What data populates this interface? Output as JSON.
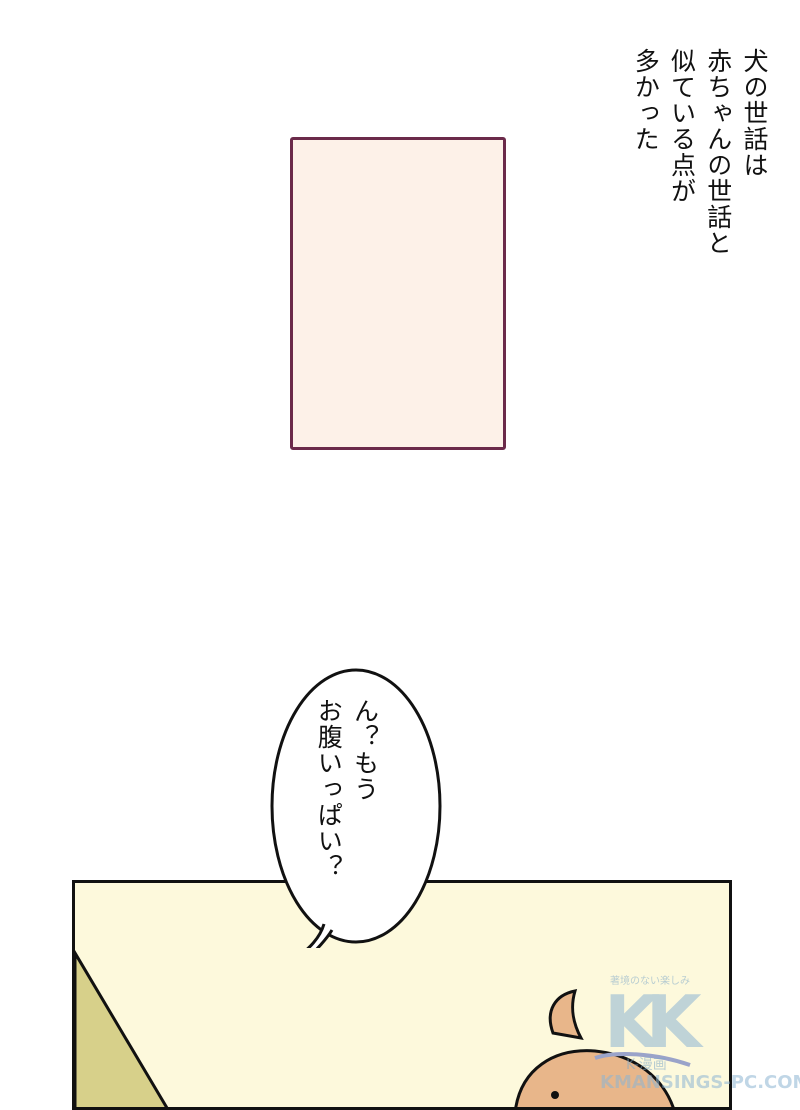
{
  "caption": {
    "lines": [
      "犬の世話は",
      "赤ちゃんの世話と",
      "似ている点が",
      "多かった"
    ]
  },
  "speech_bubble": {
    "lines": [
      "ん？もう",
      "お腹いっぱい？"
    ]
  },
  "watermark": {
    "tagline": "著境のない楽しみ",
    "logo": "KK",
    "sub": "K-漫画",
    "url": "KMANSINGS-PC.COM"
  },
  "colors": {
    "caption_bg": "#fdf1e8",
    "caption_border": "#6b2a4a",
    "panel_bg": "#fdf9dc",
    "wall_left": "#d7d08a",
    "dog": "#e8b68a"
  }
}
